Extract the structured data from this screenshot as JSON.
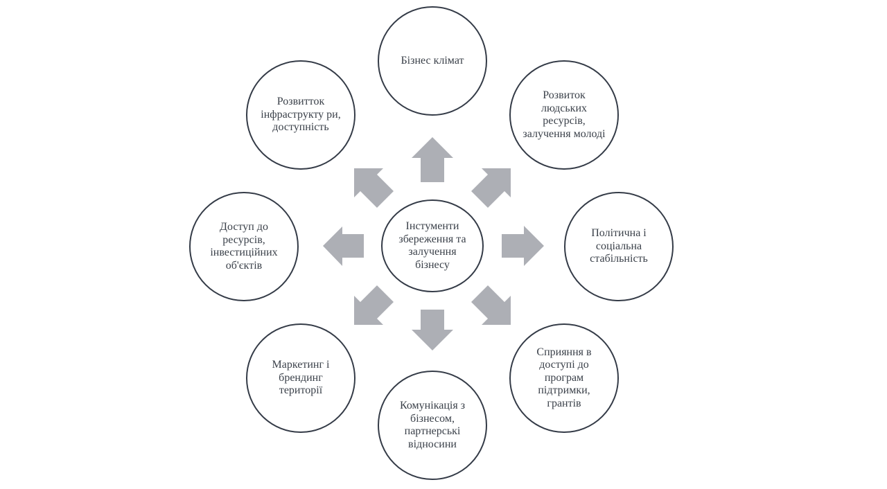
{
  "diagram": {
    "title": "Інстументи збереження та залучення бізнесу",
    "center": {
      "label": "Інстументи збереження та залучення бізнесу"
    },
    "nodes": [
      {
        "id": "top",
        "label": "Бізнес клімат"
      },
      {
        "id": "top-right",
        "label": "Розвиток людських ресурсів, залучення молоді"
      },
      {
        "id": "right",
        "label": "Політична і соціальна стабільність"
      },
      {
        "id": "bottom-right",
        "label": "Сприяння в доступі до програм підтримки, грантів"
      },
      {
        "id": "bottom",
        "label": "Комунікація з бізнесом, партнерські відносини"
      },
      {
        "id": "bottom-left",
        "label": "Маркетинг і брендинг території"
      },
      {
        "id": "left",
        "label": "Доступ до ресурсів, інвестиційних об'єктів"
      },
      {
        "id": "top-left",
        "label": "Розвитток інфраструкту ри, доступність"
      }
    ],
    "arrows": [
      {
        "direction": "up",
        "icon": "arrow-up-icon"
      },
      {
        "direction": "up-right",
        "icon": "arrow-up-right-icon"
      },
      {
        "direction": "right",
        "icon": "arrow-right-icon"
      },
      {
        "direction": "down-right",
        "icon": "arrow-down-right-icon"
      },
      {
        "direction": "down",
        "icon": "arrow-down-icon"
      },
      {
        "direction": "down-left",
        "icon": "arrow-down-left-icon"
      },
      {
        "direction": "left",
        "icon": "arrow-left-icon"
      },
      {
        "direction": "up-left",
        "icon": "arrow-up-left-icon"
      }
    ],
    "colors": {
      "circle_stroke": "#343b47",
      "text": "#3a4049",
      "arrow_fill": "#adafb5",
      "background": "#ffffff"
    }
  }
}
